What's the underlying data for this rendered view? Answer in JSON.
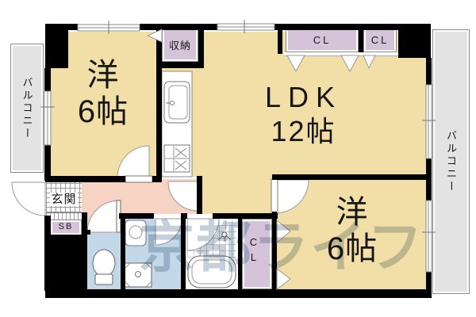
{
  "floorplan": {
    "watermark": "京都ライフ",
    "balcony_left": {
      "label": "バルコニー"
    },
    "balcony_right": {
      "label": "バルコニー"
    },
    "rooms": {
      "western_room_top": {
        "name": "洋",
        "size": "6帖"
      },
      "ldk": {
        "name": "LDK",
        "size": "12帖"
      },
      "western_room_bottom": {
        "name": "洋",
        "size": "6帖"
      },
      "storage": {
        "label": "収納"
      },
      "closet_top_1": {
        "label": "CL"
      },
      "closet_top_2": {
        "label": "CL"
      },
      "closet_bottom": {
        "label": "CL"
      },
      "entrance": {
        "label": "玄関"
      },
      "shoe_box": {
        "label": "SB"
      }
    },
    "fixtures": [
      "kitchen-sink",
      "stove",
      "toilet",
      "vanity-basin",
      "washing-machine",
      "bathtub",
      "shower"
    ],
    "colors": {
      "room_cream": "#f2dfa7",
      "hallway_salmon": "#f7d3c4",
      "sanitary_blue": "#c2d8e8",
      "closet_purple": "#d5c4d9",
      "balcony_gray": "#e3e3e3",
      "wall_black": "#000000",
      "watermark_tint": "#c6d0da"
    }
  }
}
